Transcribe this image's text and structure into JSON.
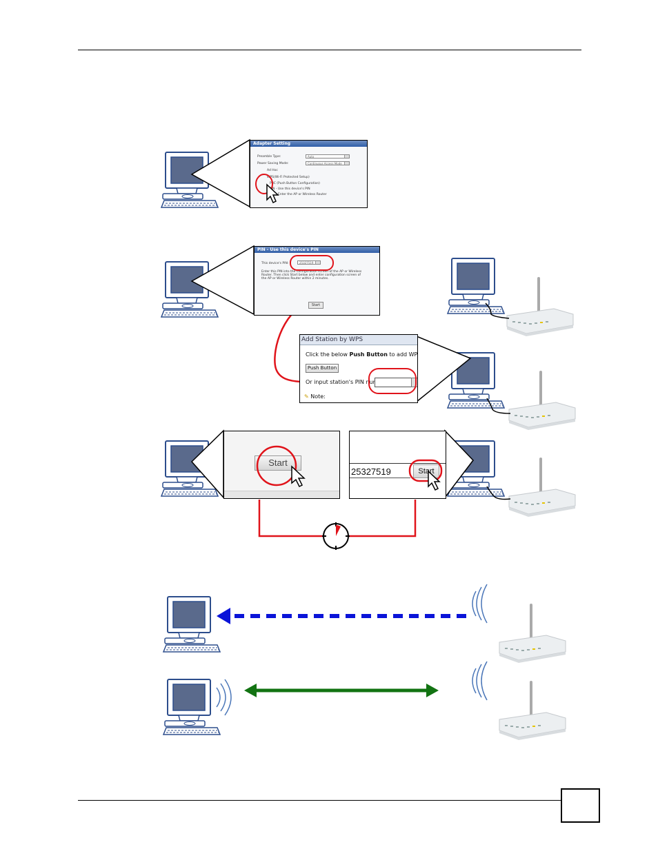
{
  "adapter_setting": {
    "title": "Adapter Setting",
    "preamble_label": "Preamble Type:",
    "preamble_value": "Auto",
    "power_label": "Power Saving Mode:",
    "power_value": "Continuous Access Mode",
    "row3": "Ad Hoc",
    "wps_label": "WPS(Wi-Fi Protected Setup)",
    "pbc_label": "PBC (Push Button Configuration)",
    "pin_label": "PIN - Use this device's PIN",
    "pin2_label": "PIN - Enter the AP or Wireless Router"
  },
  "pin_panel": {
    "title": "PIN - Use this device's PIN",
    "pin_label": "This device's PIN:",
    "pin_value": "25327519",
    "instructions": "Enter this PIN into the configuration screen of the AP or Wireless Router. Then click Start below and enter configuration screen of the AP or Wireless Router within 2 minutes.",
    "start_label": "Start"
  },
  "add_station": {
    "title": "Add Station by WPS",
    "intro_prefix": "Click the below ",
    "intro_bold": "Push Button",
    "intro_suffix": " to add WPS stations",
    "push_button_label": "Push Button",
    "pin_prompt": "Or input station's PIN number:",
    "note_label": "Note:"
  },
  "start_left": {
    "label": "Start"
  },
  "start_right": {
    "pin_value": "25327519",
    "label": "Start"
  },
  "colors": {
    "highlight": "#e0131a",
    "blue_arrow": "#0a14d8",
    "green_arrow": "#127312",
    "monitor_screen": "#5a6a8c"
  }
}
